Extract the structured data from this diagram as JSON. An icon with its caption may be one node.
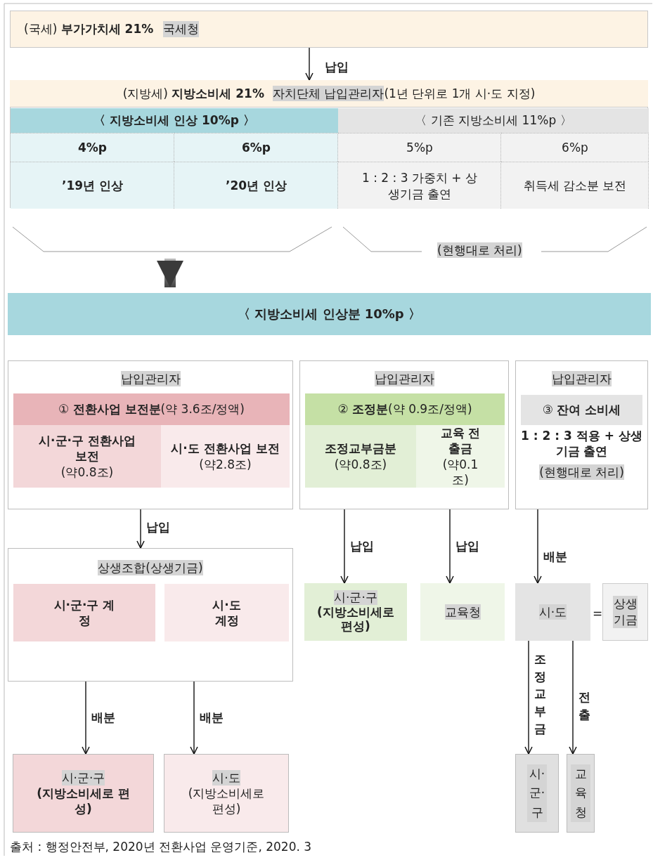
{
  "diagram": {
    "caption": "출처 : 행정안전부, 2020년 전환사업 운영기준, 2020. 3",
    "nodes": [
      {
        "text": [
          "(국세) **부가가치세 21%**",
          "국세청"
        ]
      },
      {
        "text": [
          "(지방세) **지방소비세 21%**",
          "자치단체 납입관리자",
          "(1년 단위로 1개 시·도 지정)"
        ]
      },
      {
        "text": [
          "〈 지방소비세 인상 10%p 〉"
        ],
        "in": 1
      },
      {
        "text": [
          "〈 기존 지방소비세 11%p 〉"
        ],
        "in": 1
      },
      {
        "text": [
          "4%p"
        ],
        "in": 1
      },
      {
        "text": [
          "6%p"
        ],
        "in": 1
      },
      {
        "text": [
          "5%p"
        ],
        "in": 1
      },
      {
        "text": [
          "6%p"
        ],
        "in": 1
      },
      {
        "text": [
          "’19년 인상"
        ],
        "in": 1
      },
      {
        "text": [
          "’20년 인상"
        ],
        "in": 1
      },
      {
        "text": [
          "1 : 2 : 3 가중치 + 상생기금 출연"
        ],
        "in": 1
      },
      {
        "text": [
          "취득세 감소분 보전"
        ],
        "in": 1
      },
      {
        "text": [
          "〈 지방소비세 인상분 10%p 〉"
        ]
      },
      {
        "text": [
          "납입관리자"
        ]
      },
      {
        "text": [
          "① **전환사업 보전분**(약 3.6조/정액)"
        ],
        "in": 13
      },
      {
        "text": [
          "시·군·구 전환사업 보전",
          "(약0.8조)"
        ],
        "in": 13
      },
      {
        "text": [
          "시·도 전환사업 보전",
          "(약2.8조)"
        ],
        "in": 13
      },
      {
        "text": [
          "납입관리자"
        ]
      },
      {
        "text": [
          "② **조정분**(약 0.9조/정액)"
        ],
        "in": 17
      },
      {
        "text": [
          "조정교부금분",
          "(약0.8조)"
        ],
        "in": 17
      },
      {
        "text": [
          "교육 전출금",
          "(약0.1조)"
        ],
        "in": 17
      },
      {
        "text": [
          "납입관리자",
          "1 : 2 : 3 적용 + 상생기금 출연",
          "(현행대로 처리)"
        ]
      },
      {
        "text": [
          "③ **잔여 소비세**"
        ],
        "in": 21
      },
      {
        "text": [
          "상생조합(상생기금)"
        ]
      },
      {
        "text": [
          "시·군·구 계정"
        ],
        "in": 23
      },
      {
        "text": [
          "시·도 계정"
        ],
        "in": 23
      },
      {
        "text": [
          "시·군·구",
          "(지방소비세로 편성)"
        ]
      },
      {
        "text": [
          "교육청"
        ]
      },
      {
        "text": [
          "시·도"
        ]
      },
      {
        "text": [
          "상생기금"
        ]
      },
      {
        "text": [
          "시·군·구",
          "(지방소비세로 편성)"
        ]
      },
      {
        "text": [
          "시·도",
          "(지방소비세로 편성)"
        ]
      },
      {
        "text": [
          "시·군·구"
        ]
      },
      {
        "text": [
          "교육청"
        ]
      }
    ],
    "edges": [
      {
        "from": 0,
        "to": 1,
        "arrow": "to",
        "label": "납입"
      },
      {
        "from": null,
        "to": 12,
        "arrow": "to",
        "style": "thick"
      },
      {
        "from": 13,
        "to": 23,
        "arrow": "to",
        "label": "납입"
      },
      {
        "from": 17,
        "to": 26,
        "arrow": "to",
        "label": "납입"
      },
      {
        "from": 17,
        "to": 27,
        "arrow": "to",
        "label": "납입"
      },
      {
        "from": 21,
        "to": 28,
        "arrow": "to",
        "label": "배분"
      },
      {
        "from": 23,
        "to": 30,
        "arrow": "to",
        "label": "배분"
      },
      {
        "from": 23,
        "to": 31,
        "arrow": "to",
        "label": "배분"
      },
      {
        "from": 28,
        "to": 32,
        "arrow": "to",
        "label": "조정교부금"
      },
      {
        "from": 28,
        "to": 33,
        "arrow": "to",
        "label": "전출"
      }
    ],
    "labels": [
      "(현행대로 처리)",
      "="
    ]
  }
}
